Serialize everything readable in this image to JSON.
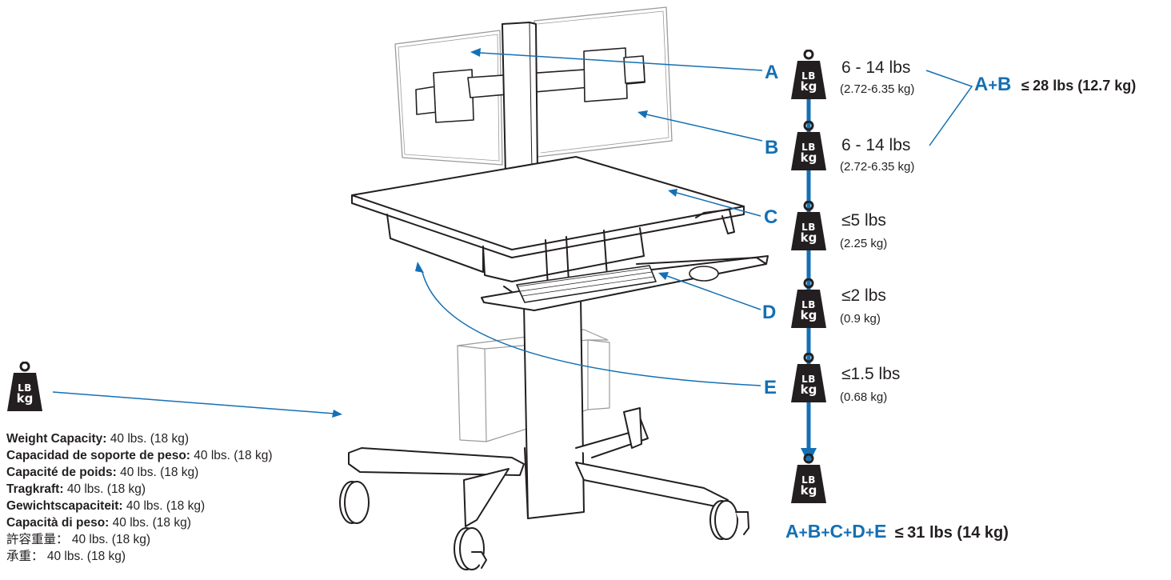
{
  "mounts": [
    {
      "letter": "A",
      "weight": "6 - 14 lbs",
      "metric": "(2.72-6.35 kg)"
    },
    {
      "letter": "B",
      "weight": "6 - 14 lbs",
      "metric": "(2.72-6.35 kg)"
    },
    {
      "letter": "C",
      "weight": "5 lbs",
      "metric": "(2.25 kg)"
    },
    {
      "letter": "D",
      "weight": "2 lbs",
      "metric": "(0.9 kg)"
    },
    {
      "letter": "E",
      "weight": "1.5 lbs",
      "metric": "(0.68 kg)"
    }
  ],
  "weight_icon": {
    "unit_top": "LB",
    "unit_bottom": "kg",
    "icon": "kettlebell-weight-icon"
  },
  "combined_ab": {
    "letters": [
      "A",
      "+",
      "B"
    ],
    "limit": "28 lbs (12.7 kg)"
  },
  "combined_total": {
    "letters": [
      "A",
      "+",
      "B",
      "+",
      "C",
      "+",
      "D",
      "+",
      "E"
    ],
    "limit": "31 lbs (14 kg)"
  },
  "le_symbol": "≤",
  "base_capacity": [
    {
      "label": "Weight Capacity:",
      "value": "40 lbs. (18 kg)"
    },
    {
      "label": "Capacidad de soporte de peso:",
      "value": "40 lbs. (18 kg)"
    },
    {
      "label": "Capacité de poids:",
      "value": "40 lbs. (18 kg)"
    },
    {
      "label": "Tragkraft:",
      "value": "40 lbs. (18 kg)"
    },
    {
      "label": "Gewichtscapaciteit:",
      "value": "40 lbs. (18 kg)"
    },
    {
      "label": "Capacità di peso:",
      "value": "40 lbs. (18 kg)"
    },
    {
      "label": "許容重量：",
      "value": "40 lbs. (18 kg)"
    },
    {
      "label": "承重：",
      "value": "40 lbs. (18 kg)"
    }
  ],
  "colors": {
    "accent": "#1470b4",
    "text": "#231f20",
    "weight_fill": "#231f20",
    "outline": "#231f20"
  }
}
